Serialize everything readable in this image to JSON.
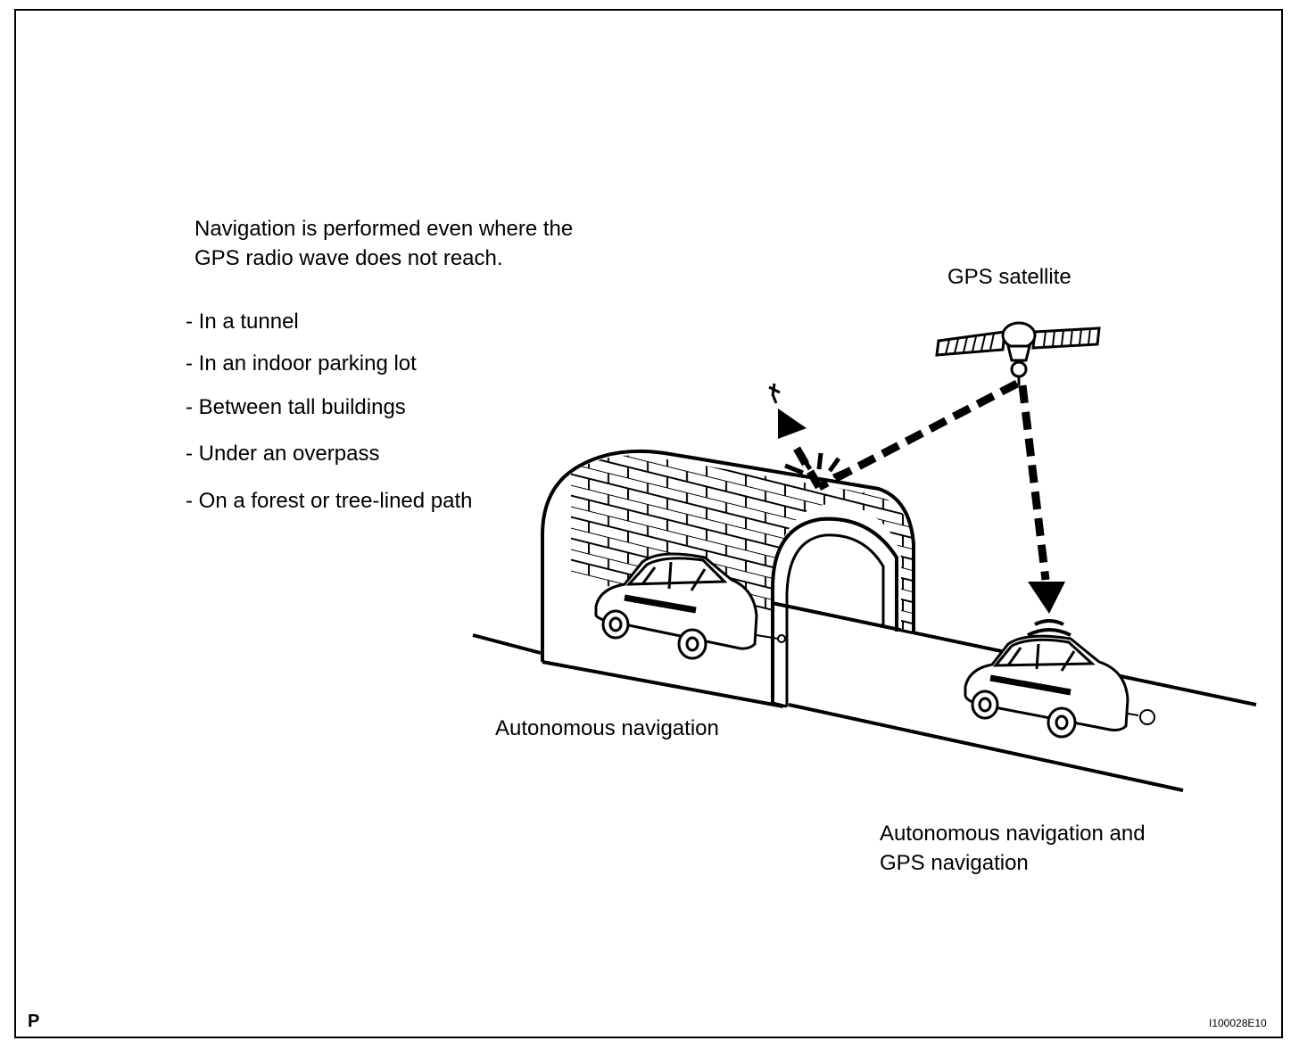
{
  "intro": {
    "line1": "Navigation is performed even where the",
    "line2": "GPS radio wave does not reach."
  },
  "conditions": [
    "- In a tunnel",
    "- In an indoor parking lot",
    "- Between tall buildings",
    "- Under an overpass",
    "- On a forest or tree-lined path"
  ],
  "labels": {
    "satellite": "GPS satellite",
    "autonomous": "Autonomous navigation",
    "combined_line1": "Autonomous navigation and",
    "combined_line2": "GPS navigation"
  },
  "footer": {
    "corner_mark": "P",
    "figure_id": "I100028E10"
  }
}
